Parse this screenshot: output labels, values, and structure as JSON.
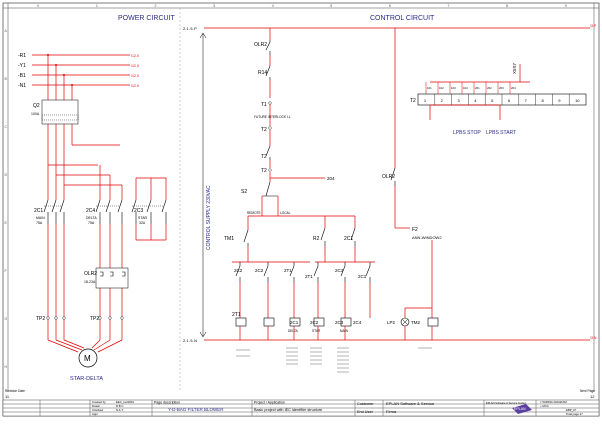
{
  "border": {
    "columns": [
      "0",
      "1",
      "2",
      "3",
      "4",
      "5",
      "6",
      "7",
      "8",
      "9"
    ],
    "rows": [
      "A",
      "B",
      "C",
      "D",
      "E",
      "F",
      "G",
      "H"
    ]
  },
  "sections": {
    "power": "POWER CIRCUIT",
    "control": "CONTROL CIRCUIT"
  },
  "power_circuit": {
    "buses": [
      "-R1",
      "-Y1",
      "-B1",
      "-N1"
    ],
    "bus_refs": [
      "/12.0",
      "/12.0",
      "/12.0",
      "/12.0"
    ],
    "breaker": {
      "tag": "Q2",
      "rating": "100A"
    },
    "contactors": [
      {
        "tag": "2C1",
        "name": "MAIN",
        "rating": "75A"
      },
      {
        "tag": "2C4",
        "name": "DELTA",
        "rating": "75A"
      },
      {
        "tag": "2C3",
        "name": "STAR",
        "rating": "32A"
      }
    ],
    "overload": {
      "tag": "OLR2",
      "range": "18-23A"
    },
    "terminals": [
      "TP2",
      "TP2"
    ],
    "motor": {
      "symbol": "M",
      "label": "STAR-DELTA"
    }
  },
  "control_circuit": {
    "supply": "CONTROL SUPPLY 230VAC",
    "top_line": "2.1 /1.P",
    "bottom_line": "2.1 /1.N",
    "top_ref": "/3.P",
    "bottom_ref": "/3.N",
    "olr": "OLR2",
    "r14": "R14",
    "t1": "T1",
    "future": "FUTURE INTERLOCK LL",
    "t2a": "T2",
    "t2b": "T2",
    "t2c": "T2",
    "s2": "S2",
    "ref_204": "204",
    "remote": "REMOTE",
    "local": "LOCAL",
    "tm1": "TM1",
    "r2": "R2",
    "c2c1": "2C1",
    "olr2b": "OLR2",
    "f2": "F2",
    "f2_label": "ANN-WINDOW2",
    "coils": [
      "2T1",
      "2C2",
      "2C3",
      "2C4",
      "LP2",
      "TM2"
    ],
    "coil_names": [
      "DELTA",
      "STAR",
      "MAIN"
    ],
    "mid_contacts": [
      "2C2",
      "2C2",
      "2T1",
      "2T1",
      "2C3",
      "2C1"
    ],
    "coil_row": [
      "2T1",
      "2C1",
      "2C2",
      "2C3",
      "2C4",
      "LP2",
      "TM2"
    ]
  },
  "terminal_strip": {
    "tag": "T2",
    "x7": "X5S7",
    "items": [
      "1",
      "2",
      "3",
      "4",
      "5",
      "6",
      "7",
      "8",
      "9",
      "10"
    ],
    "wires": [
      "101",
      "102",
      "103",
      "104",
      "201",
      "202",
      "203",
      "204"
    ],
    "labels": [
      "LPBS STOP",
      "LPBS START"
    ]
  },
  "margin_notes": {
    "left": [
      "Revision Date",
      "11"
    ],
    "right": [
      "Next Page",
      "12"
    ]
  },
  "title_block": {
    "rev_rows": [
      [
        "",
        "Created by",
        "EEC_tool2001"
      ],
      [
        "",
        "Drawn",
        "R.B.C"
      ],
      [
        "",
        "Checked",
        "N.A.T"
      ],
      [
        "",
        "Appr",
        ""
      ]
    ],
    "page_desc_label": "Page description",
    "page_desc": "Y-D-BAG FILTER BLOWER",
    "project_label": "Project / Application",
    "project": "Basic project with IEC identifier structure",
    "customer_label": "Customer",
    "customer": "EPLAN Software & Service",
    "end_user_label": "End User",
    "end_user": "Firma",
    "company": "EPLAN Software & Service GmbH",
    "logo": "EPLAN",
    "right_lines": [
      "= WIRING DIAGRAM",
      "+ MCC",
      "EBP_07",
      "Total page 27"
    ]
  },
  "colors": {
    "wire": "#e00000",
    "symbol": "#000000",
    "section_title": "#2a2a8a",
    "logo": "#5a3fa0",
    "frame": "#444444"
  }
}
